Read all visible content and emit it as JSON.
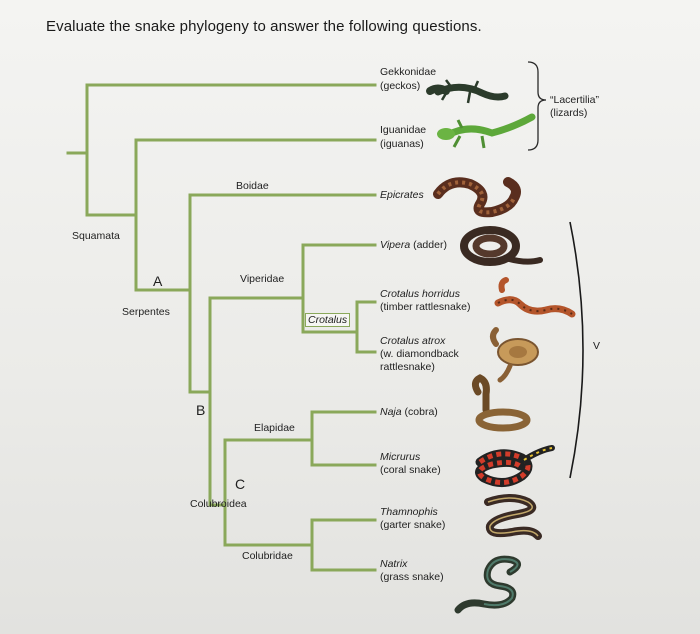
{
  "heading": "Evaluate the snake phylogeny to answer the following questions.",
  "nodes": {
    "squamata": "Squamata",
    "serpentes": "Serpentes",
    "a": "A",
    "b": "B",
    "c": "C",
    "boidae": "Boidae",
    "viperidae": "Viperidae",
    "crotalus": "Crotalus",
    "elapidae": "Elapidae",
    "colubroidea": "Colubroidea",
    "colubridae": "Colubridae"
  },
  "taxa": {
    "gekkonidae": {
      "name": "Gekkonidae",
      "common": "(geckos)"
    },
    "iguanidae": {
      "name": "Iguanidae",
      "common": "(iguanas)"
    },
    "epicrates": {
      "name": "Epicrates"
    },
    "vipera": {
      "name": "Vipera",
      "common": "(adder)"
    },
    "crotalus_horridus": {
      "name": "Crotalus horridus",
      "common": "(timber rattlesnake)"
    },
    "crotalus_atrox": {
      "name": "Crotalus atrox",
      "common1": "(w. diamondback",
      "common2": "rattlesnake)"
    },
    "naja": {
      "name": "Naja",
      "common": "(cobra)"
    },
    "micrurus": {
      "name": "Micrurus",
      "common": "(coral snake)"
    },
    "thamnophis": {
      "name": "Thamnophis",
      "common": "(garter snake)"
    },
    "natrix": {
      "name": "Natrix",
      "common": "(grass snake)"
    }
  },
  "brackets": {
    "lacertilia_line1": "“Lacertilia”",
    "lacertilia_line2": "(lizards)",
    "v": "V"
  },
  "colors": {
    "branch": "#8aa85a",
    "text": "#1f1f1f"
  },
  "icons": [
    "gecko-icon",
    "iguana-icon",
    "boa-icon",
    "adder-icon",
    "timber-rattlesnake-icon",
    "diamondback-icon",
    "cobra-icon",
    "coral-snake-icon",
    "garter-snake-icon",
    "grass-snake-icon"
  ]
}
